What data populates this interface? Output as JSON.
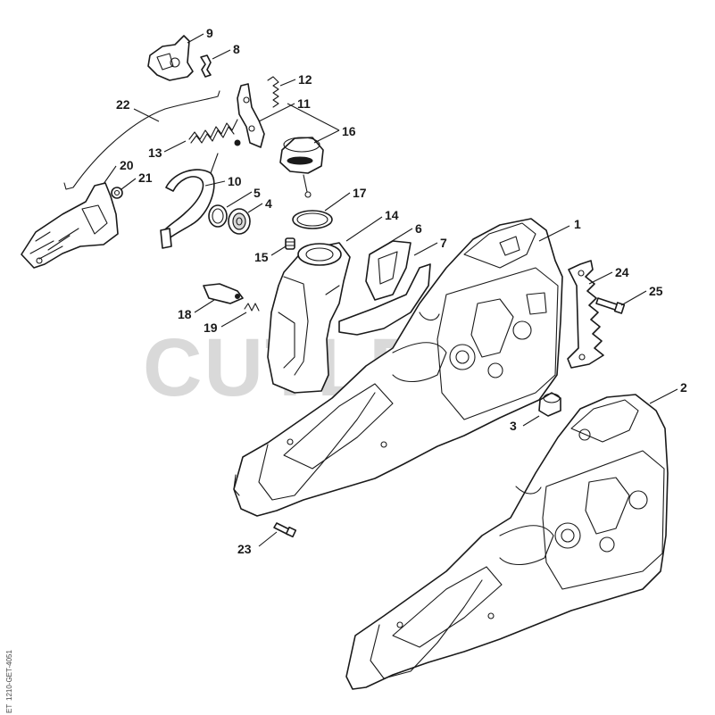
{
  "diagram": {
    "watermark": "CUTLERO",
    "reference_code": "1210-GET-4051",
    "corner_tag": "ET",
    "callouts": [
      {
        "id": "c1",
        "label": "1"
      },
      {
        "id": "c2",
        "label": "2"
      },
      {
        "id": "c3",
        "label": "3"
      },
      {
        "id": "c4",
        "label": "4"
      },
      {
        "id": "c5",
        "label": "5"
      },
      {
        "id": "c6",
        "label": "6"
      },
      {
        "id": "c7",
        "label": "7"
      },
      {
        "id": "c8",
        "label": "8"
      },
      {
        "id": "c9",
        "label": "9"
      },
      {
        "id": "c10",
        "label": "10"
      },
      {
        "id": "c11",
        "label": "11"
      },
      {
        "id": "c12",
        "label": "12"
      },
      {
        "id": "c13",
        "label": "13"
      },
      {
        "id": "c14",
        "label": "14"
      },
      {
        "id": "c15",
        "label": "15"
      },
      {
        "id": "c16",
        "label": "16"
      },
      {
        "id": "c17",
        "label": "17"
      },
      {
        "id": "c18",
        "label": "18"
      },
      {
        "id": "c19",
        "label": "19"
      },
      {
        "id": "c20",
        "label": "20"
      },
      {
        "id": "c21",
        "label": "21"
      },
      {
        "id": "c22",
        "label": "22"
      },
      {
        "id": "c23",
        "label": "23"
      },
      {
        "id": "c24",
        "label": "24"
      },
      {
        "id": "c25",
        "label": "25"
      }
    ]
  }
}
